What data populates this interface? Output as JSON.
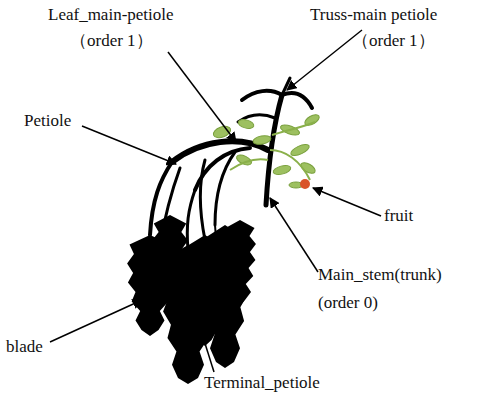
{
  "diagram": {
    "labels": [
      "Leaf_main-petiole",
      "（order 1）",
      "Truss-main petiole",
      "（order 1）",
      "Petiole",
      "fruit",
      "Main_stem(trunk)",
      "(order 0)",
      "blade",
      "Terminal_petiole"
    ]
  }
}
